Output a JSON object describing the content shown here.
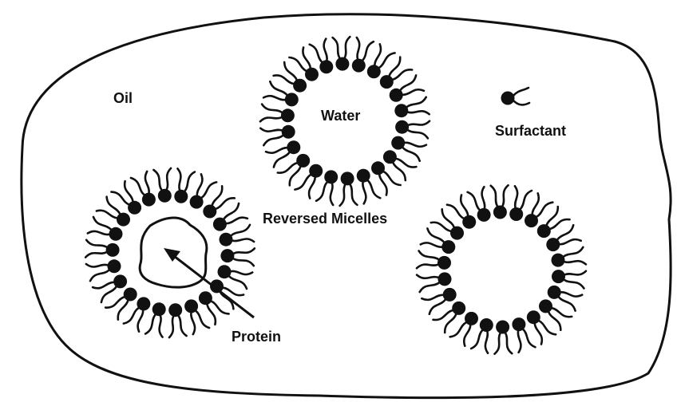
{
  "diagram": {
    "labels": {
      "oil": "Oil",
      "water": "Water",
      "surfactant": "Surfactant",
      "reversed_micelles": "Reversed Micelles",
      "protein": "Protein"
    },
    "colors": {
      "ink": "#111111",
      "background": "#ffffff"
    },
    "micelles": [
      {
        "name": "micelle-water",
        "surfactant_count": 22,
        "contains": "water"
      },
      {
        "name": "micelle-protein",
        "surfactant_count": 22,
        "contains": "protein"
      },
      {
        "name": "micelle-empty",
        "surfactant_count": 22,
        "contains": "empty"
      }
    ]
  }
}
